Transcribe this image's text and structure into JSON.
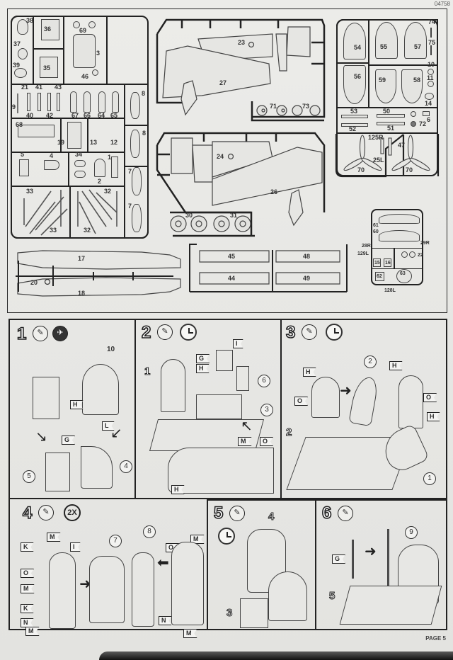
{
  "document": {
    "code": "04758",
    "page_label": "PAGE 5"
  },
  "sprue_parts": {
    "sprue_a": {
      "labels": [
        "38",
        "36",
        "69",
        "37",
        "3",
        "35",
        "39",
        "46",
        "21",
        "41",
        "43",
        "9",
        "40",
        "42",
        "67",
        "66",
        "64",
        "65",
        "8",
        "68",
        "19",
        "13",
        "12",
        "8",
        "5",
        "4",
        "34",
        "1",
        "2",
        "7",
        "33",
        "33",
        "32",
        "32",
        "7"
      ]
    },
    "sprue_b": {
      "labels": [
        "23",
        "27",
        "71",
        "73",
        "24",
        "26",
        "30",
        "31"
      ]
    },
    "sprue_c": {
      "labels": [
        "54",
        "55",
        "57",
        "74",
        "75",
        "10",
        "56",
        "59",
        "58",
        "11",
        "14",
        "53",
        "50",
        "6",
        "52",
        "51",
        "72",
        "125R",
        "47",
        "25L",
        "70",
        "70"
      ]
    },
    "fuselage": {
      "labels": [
        "17",
        "18",
        "20"
      ]
    },
    "fuel_tanks": {
      "labels": [
        "45",
        "44",
        "48",
        "49"
      ]
    },
    "clear_parts": {
      "labels": [
        "61",
        "60",
        "28R",
        "29R",
        "129L",
        "15",
        "16",
        "22",
        "62",
        "63",
        "128L"
      ]
    }
  },
  "steps": [
    {
      "number": "1",
      "icons": [
        "glue-icon",
        "decal-icon"
      ],
      "flags": [
        "H",
        "L",
        "G"
      ],
      "callouts": [
        "5",
        "4"
      ],
      "part_labels": [
        "10"
      ]
    },
    {
      "number": "2",
      "icons": [
        "glue-icon",
        "clock-icon"
      ],
      "flags": [
        "I",
        "G",
        "H",
        "M",
        "O",
        "H"
      ],
      "callouts": [
        "6",
        "3"
      ],
      "part_labels": [
        "1"
      ]
    },
    {
      "number": "3",
      "icons": [
        "glue-icon",
        "clock-icon"
      ],
      "flags": [
        "H",
        "O",
        "H",
        "O",
        "H"
      ],
      "callouts": [
        "2",
        "1"
      ],
      "part_labels": [
        "2"
      ]
    },
    {
      "number": "4",
      "icons": [
        "glue-icon"
      ],
      "multiplier": "2X",
      "flags": [
        "M",
        "K",
        "I",
        "O",
        "M",
        "K",
        "N",
        "M",
        "O",
        "M",
        "N",
        "M"
      ],
      "callouts": [
        "7",
        "8"
      ]
    },
    {
      "number": "5",
      "icons": [
        "glue-icon",
        "clock-icon"
      ],
      "part_labels": [
        "4",
        "3"
      ]
    },
    {
      "number": "6",
      "icons": [
        "glue-icon"
      ],
      "flags": [
        "G"
      ],
      "callouts": [
        "9"
      ],
      "part_labels": [
        "5"
      ]
    }
  ]
}
